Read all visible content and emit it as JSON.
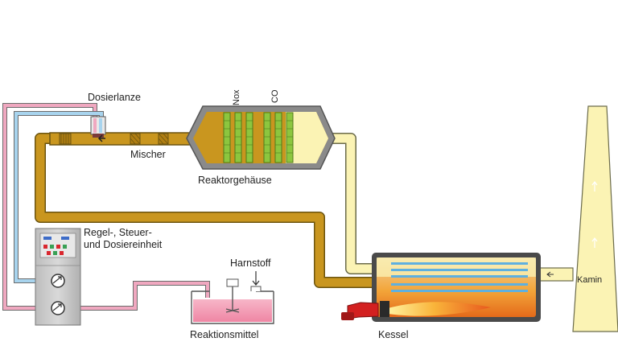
{
  "labels": {
    "dosierlanze": "Dosierlanze",
    "mischer": "Mischer",
    "reaktorgehaeuse": "Reaktorgehäuse",
    "nox": "Nox",
    "co": "CO",
    "regel_line1": "Regel-, Steuer-",
    "regel_line2": "und Dosiereinheit",
    "harnstoff": "Harnstoff",
    "reaktionsmittel": "Reaktionsmittel",
    "kessel": "Kessel",
    "kamin": "Kamin"
  },
  "colors": {
    "exhaust_hot": "#c9961f",
    "exhaust_clean": "#fbf3b4",
    "return_line": "#f0a8c0",
    "supply_line": "#a8d4ee",
    "reagent": "#f4a0b8",
    "catalyst_stripe": "#8cc63f",
    "boiler_tubes": "#5fb0df",
    "boiler_shell": "#4a4a4a"
  }
}
